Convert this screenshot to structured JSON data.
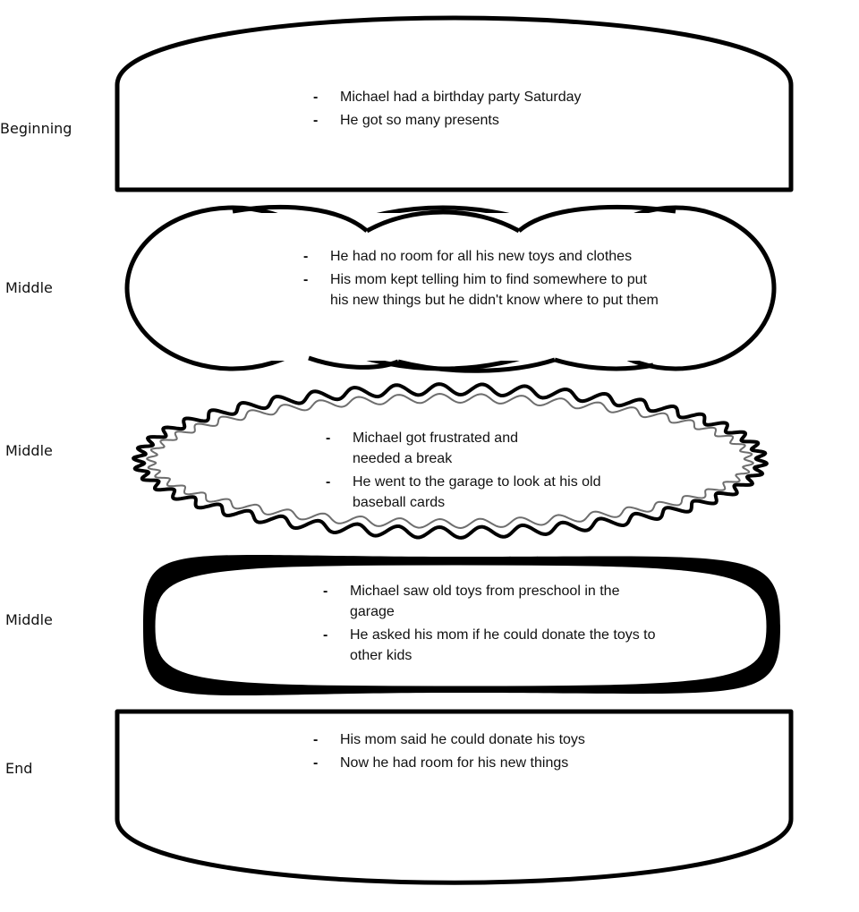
{
  "layers": [
    {
      "label": "Beginning",
      "notes": [
        "Michael had a birthday party Saturday",
        "He got so many presents"
      ]
    },
    {
      "label": "Middle",
      "notes": [
        "He had no room for all his new toys and clothes",
        "His mom kept telling him to find somewhere to put his new things but he didn't know where to put them"
      ]
    },
    {
      "label": "Middle",
      "notes": [
        "Michael got frustrated and needed a break",
        "He went to the garage to look at his old baseball cards"
      ]
    },
    {
      "label": "Middle",
      "notes": [
        "Michael saw old toys from preschool in the garage",
        "He asked his mom if he could donate the toys to other kids"
      ]
    },
    {
      "label": "End",
      "notes": [
        "His mom said he could donate his toys",
        "Now he had room for his new things"
      ]
    }
  ]
}
